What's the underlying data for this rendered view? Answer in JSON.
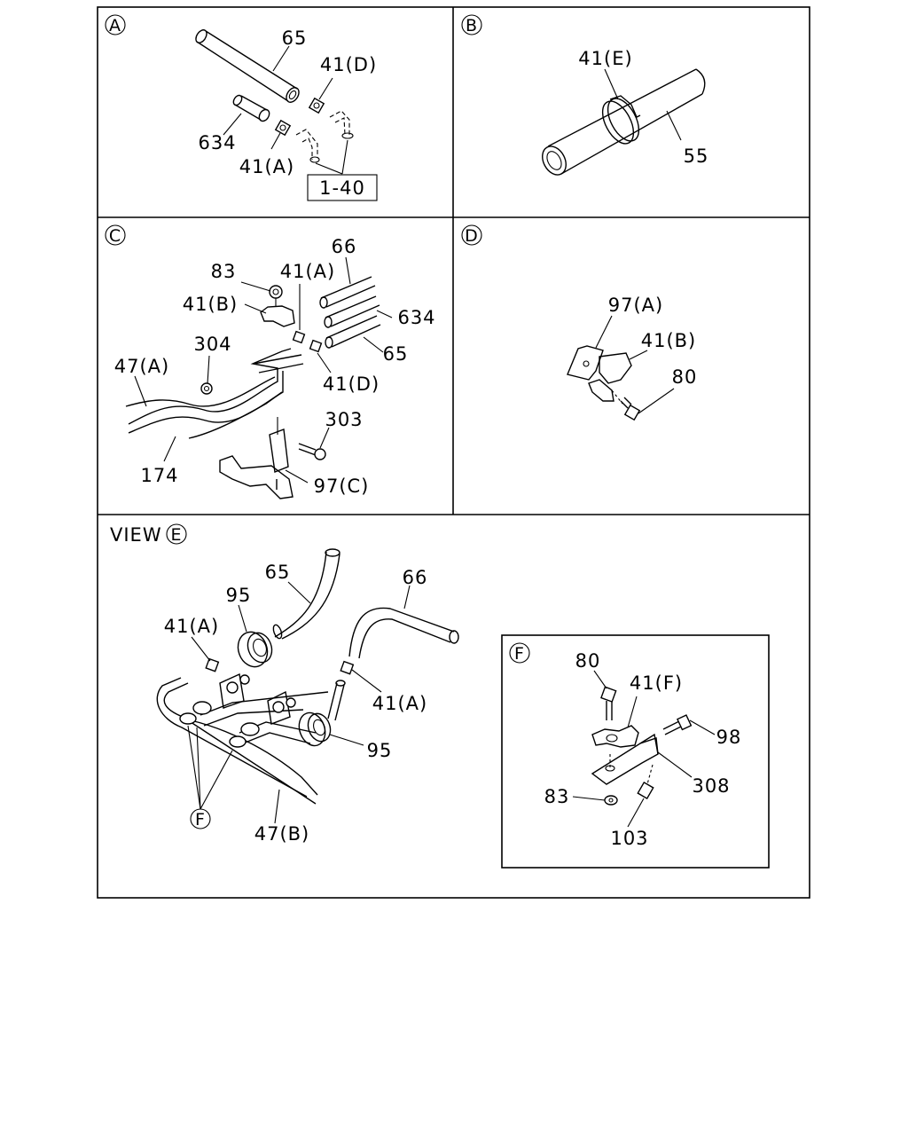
{
  "panels": {
    "A": {
      "letter": "A",
      "labels": {
        "p65": "65",
        "p41d": "41(D)",
        "p634": "634",
        "p41a": "41(A)",
        "ref": "1-40"
      }
    },
    "B": {
      "letter": "B",
      "labels": {
        "p41e": "41(E)",
        "p55": "55"
      }
    },
    "C": {
      "letter": "C",
      "labels": {
        "p66": "66",
        "p83": "83",
        "p41a": "41(A)",
        "p41b": "41(B)",
        "p634": "634",
        "p304": "304",
        "p65": "65",
        "p47a": "47(A)",
        "p41d": "41(D)",
        "p303": "303",
        "p174": "174",
        "p97c": "97(C)"
      }
    },
    "D": {
      "letter": "D",
      "labels": {
        "p97a": "97(A)",
        "p41b": "41(B)",
        "p80": "80"
      }
    },
    "E": {
      "view_label": "VIEW",
      "letter": "E",
      "labels": {
        "p65": "65",
        "p66": "66",
        "p95top": "95",
        "p41a_left": "41(A)",
        "p41a_right": "41(A)",
        "p95right": "95",
        "pF": "F",
        "p47b": "47(B)"
      }
    },
    "F": {
      "letter": "F",
      "labels": {
        "p80": "80",
        "p41f": "41(F)",
        "p98": "98",
        "p308": "308",
        "p83": "83",
        "p103": "103"
      }
    }
  }
}
